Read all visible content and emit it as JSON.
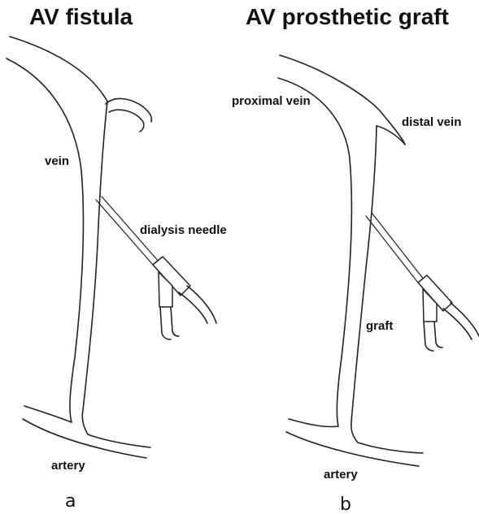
{
  "panel_a": {
    "title": "AV fistula",
    "labels": {
      "vein": "vein",
      "needle": "dialysis needle",
      "artery": "artery"
    },
    "letter": "a"
  },
  "panel_b": {
    "title": "AV prosthetic graft",
    "labels": {
      "proximal_vein": "proximal vein",
      "distal_vein": "distal vein",
      "graft": "graft",
      "artery": "artery"
    },
    "letter": "b"
  },
  "colors": {
    "ink": "#222222",
    "background": "#ffffff"
  }
}
